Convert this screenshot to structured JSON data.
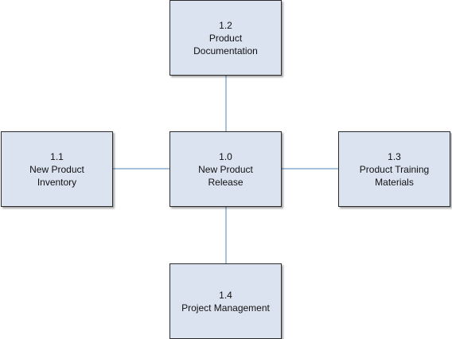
{
  "colors": {
    "node_fill": "#dbe3f0",
    "node_border": "#2b2b2b",
    "connector": "#4f81bd"
  },
  "nodes": {
    "center": {
      "id": "1.0",
      "line1": "New Product",
      "line2": "Release"
    },
    "top": {
      "id": "1.2",
      "line1": "Product",
      "line2": "Documentation"
    },
    "left": {
      "id": "1.1",
      "line1": "New Product",
      "line2": "Inventory"
    },
    "right": {
      "id": "1.3",
      "line1": "Product Training",
      "line2": "Materials"
    },
    "bottom": {
      "id": "1.4",
      "line1": "Project Management"
    }
  }
}
